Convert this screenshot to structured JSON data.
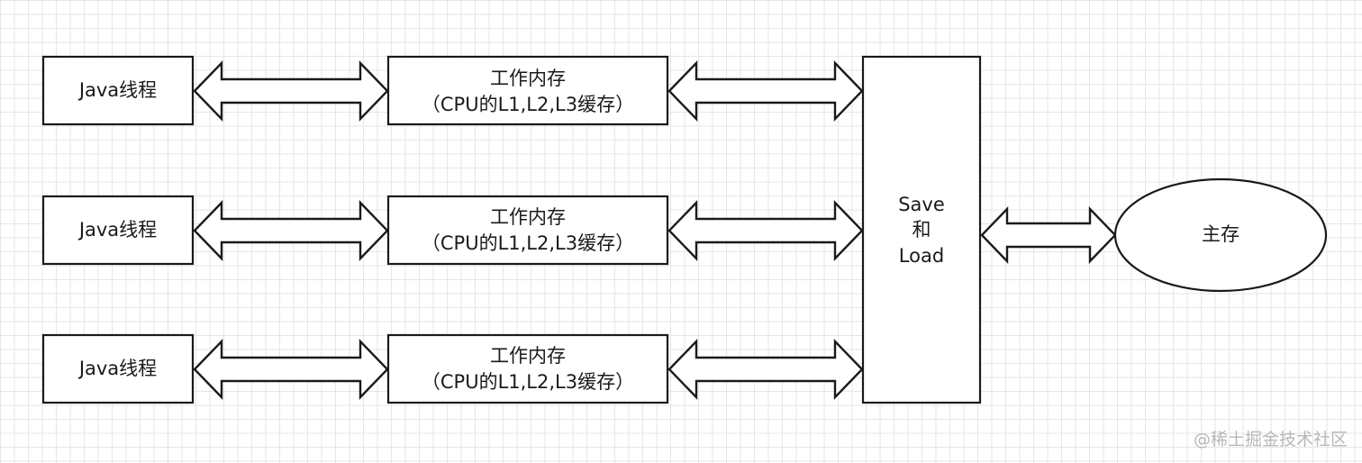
{
  "threads": [
    {
      "label": "Java线程"
    },
    {
      "label": "Java线程"
    },
    {
      "label": "Java线程"
    }
  ],
  "work_memory": [
    {
      "line1": "工作内存",
      "line2": "（CPU的L1,L2,L3缓存）"
    },
    {
      "line1": "工作内存",
      "line2": "（CPU的L1,L2,L3缓存）"
    },
    {
      "line1": "工作内存",
      "line2": "（CPU的L1,L2,L3缓存）"
    }
  ],
  "save_load": {
    "line1": "Save",
    "line2": "和",
    "line3": "Load"
  },
  "main_memory": {
    "label": "主存"
  },
  "watermark": "@稀土掘金技术社区",
  "colors": {
    "stroke": "#1a1a1a",
    "fill": "#ffffff",
    "grid": "#e6e6e6",
    "watermark": "#b8b8b8"
  }
}
